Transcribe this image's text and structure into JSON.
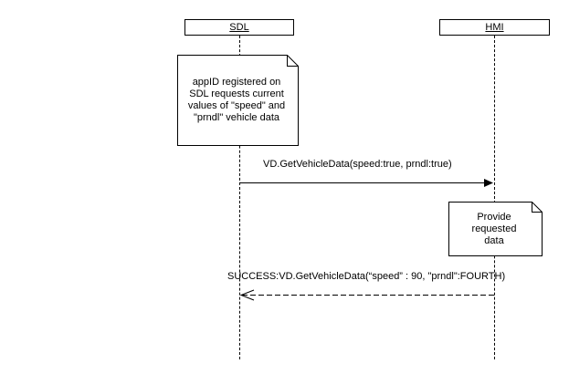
{
  "participants": {
    "sdl": "SDL",
    "hmi": "HMI"
  },
  "notes": {
    "sdl_note": "appID registered on SDL requests current values of \"speed\" and  \"prndl\" vehicle data",
    "hmi_note": "Provide requested data"
  },
  "messages": {
    "request": "VD.GetVehicleData(speed:true, prndl:true)",
    "response": "SUCCESS:VD.GetVehicleData(“speed” : 90, \"prndl\":FOURTH)"
  }
}
